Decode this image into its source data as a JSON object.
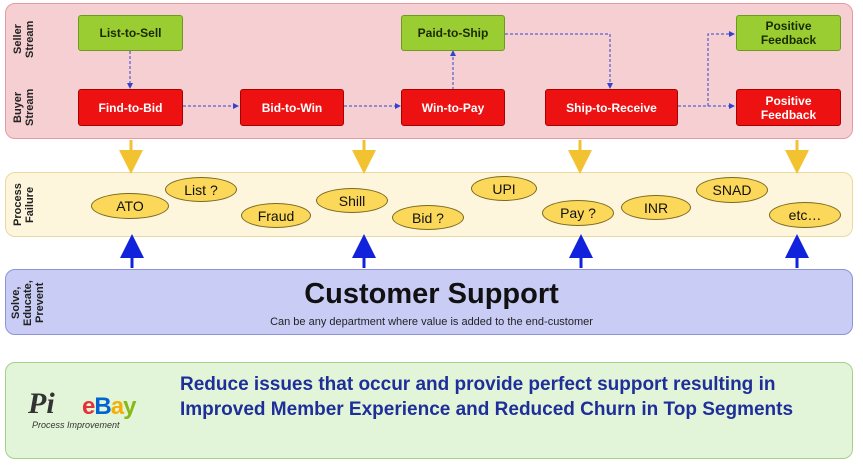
{
  "rows": {
    "seller_label": "Seller\nStream",
    "buyer_label": "Buyer\nStream",
    "failure_label": "Process\nFailure",
    "support_label": "Solve,\nEducate,\nPrevent"
  },
  "seller_steps": [
    "List-to-Sell",
    "Paid-to-Ship",
    "Positive\nFeedback"
  ],
  "buyer_steps": [
    "Find-to-Bid",
    "Bid-to-Win",
    "Win-to-Pay",
    "Ship-to-Receive",
    "Positive\nFeedback"
  ],
  "failures": [
    "ATO",
    "List ?",
    "Fraud",
    "Shill",
    "Bid ?",
    "UPI",
    "Pay ?",
    "INR",
    "SNAD",
    "etc…"
  ],
  "support": {
    "title": "Customer Support",
    "subtitle": "Can be any department where value is added to the end-customer"
  },
  "summary": "Reduce issues that occur and provide perfect support resulting in Improved Member Experience and Reduced Churn in Top Segments",
  "logo": {
    "pi": "Pi",
    "brand_letters": [
      "e",
      "B",
      "a",
      "y"
    ],
    "brand_colors": [
      "#e53238",
      "#0064d2",
      "#f5af02",
      "#86b817"
    ],
    "caption": "Process Improvement"
  },
  "colors": {
    "seller_box": "#9acd32",
    "buyer_box": "#ee1111",
    "failure_oval": "#fbd75a",
    "summary_text": "#1f2f9a"
  }
}
